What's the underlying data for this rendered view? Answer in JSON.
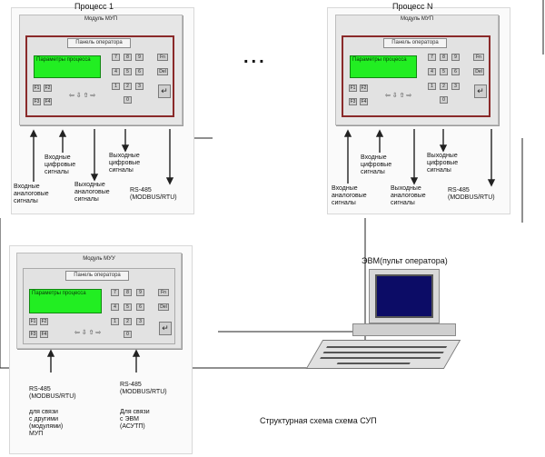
{
  "processes": [
    {
      "title": "Процесс 1",
      "module_label": "Модуль МУП",
      "operator_button": "Панель оператора",
      "screen_text": "Параметры процесса",
      "signals": {
        "analog_in": "Входные\nаналоговые\nсигналы",
        "digital_out": "Выходные\nцифровые\nсигналы",
        "analog_out": "Выходные\nаналоговые\nсигналы",
        "digital_in": "Входные\nцифровые\nсигналы",
        "rs485": "RS-485\n(MODBUS/RTU)"
      }
    },
    {
      "title": "Процесс N",
      "module_label": "Модуль МУП",
      "operator_button": "Панель оператора",
      "screen_text": "Параметры процесса",
      "signals": {
        "analog_in": "Входные\nаналоговые\nсигналы",
        "digital_out": "Выходные\nцифровые\nсигналы",
        "analog_out": "Выходные\nаналоговые\nсигналы",
        "digital_in": "Входные\nцифровые\nсигналы",
        "rs485": "RS-485\n(MODBUS/RTU)"
      }
    }
  ],
  "ellipsis": "...",
  "muy": {
    "module_label": "Модуль МУУ",
    "operator_button": "Панель оператора",
    "screen_text": "Параметры процесса",
    "rs485_left": "RS-485\n(MODBUS/RTU)",
    "rs485_right": "RS-485\n(MODBUS/RTU)",
    "link_left": "для связи\nс другими\n(модулями)\nМУП",
    "link_right": "Для связи\nс ЭВМ\n(АСУТП)"
  },
  "pc": {
    "label": "ЭВМ(пульт оператора)"
  },
  "caption": "Структурная схема схема СУП",
  "keys": [
    "7",
    "8",
    "9",
    "Fn",
    "4",
    "5",
    "6",
    "Del",
    "1",
    "2",
    "3",
    "0",
    "F1",
    "F2",
    "F3",
    "F4"
  ],
  "enter_glyph": "↵",
  "arrows": "⇦ ⇩ ⇧ ⇨"
}
